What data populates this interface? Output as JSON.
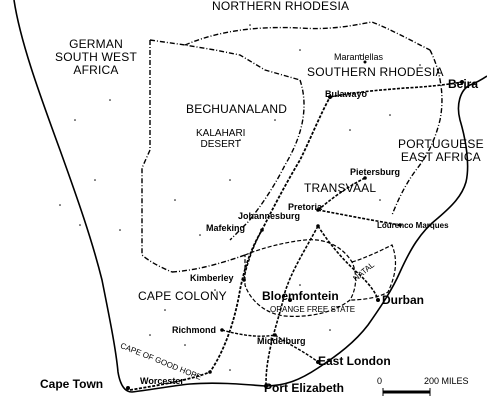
{
  "colors": {
    "ink": "#000000",
    "paper": "#ffffff"
  },
  "regions": {
    "northern_rhodesia": "NORTHERN RHODESIA",
    "german_sw_africa": [
      "GERMAN",
      "SOUTH WEST",
      "AFRICA"
    ],
    "southern_rhodesia": "SOUTHERN RHODESIA",
    "bechuanaland": "BECHUANALAND",
    "kalahari": [
      "KALAHARI",
      "DESERT"
    ],
    "portuguese_ea": [
      "PORTUGUESE",
      "EAST AFRICA"
    ],
    "transvaal": "TRANSVAAL",
    "cape_colony": "CAPE COLONY",
    "orange_free_state": "ORANGE FREE STATE",
    "natal": "NATAL",
    "cape_of_good_hope": "CAPE OF GOOD HOPE"
  },
  "towns": {
    "marandellas": "Marandellas",
    "bulawayo": "Bulawayo",
    "beira": "Beira",
    "pietersburg": "Pietersburg",
    "pretoria": "Pretoria",
    "johannesburg": "Johannesburg",
    "mafeking": "Mafeking",
    "lourenco_marques": "Lourenco Marques",
    "kimberley": "Kimberley",
    "bloemfontein": "Bloemfontein",
    "durban": "Durban",
    "richmond": "Richmond",
    "middelburg": "Middelburg",
    "east_london": "East London",
    "cape_town": "Cape Town",
    "worcester": "Worcester",
    "port_elizabeth": "Port Elizabeth"
  },
  "scale": {
    "start": "0",
    "end": "200 MILES"
  }
}
